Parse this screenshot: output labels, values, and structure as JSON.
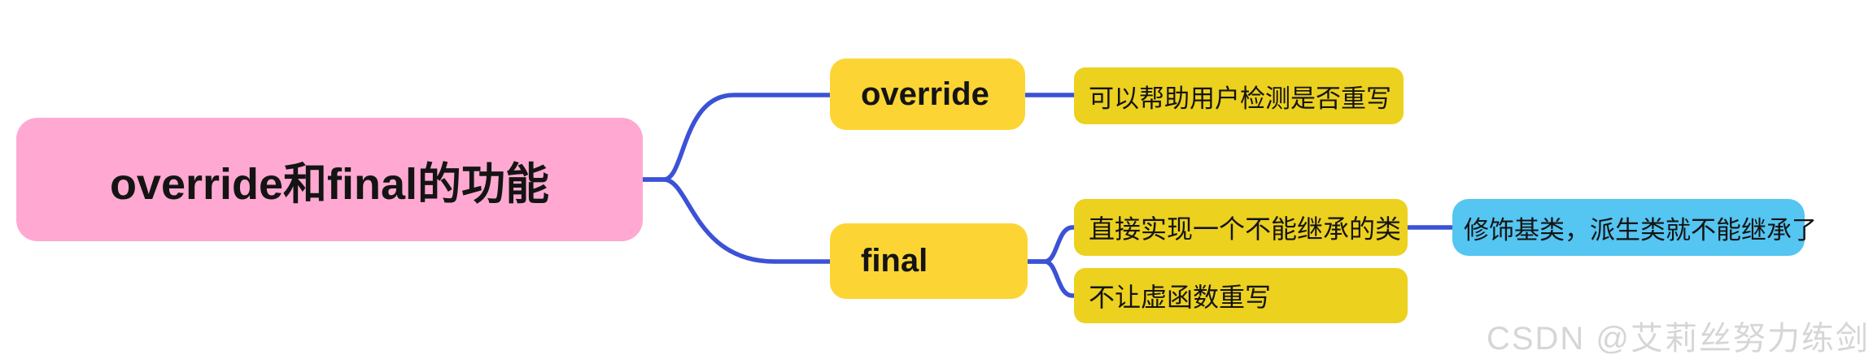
{
  "colors": {
    "background": "#ffffff",
    "root_bg": "#FFA9D2",
    "topic_bg": "#FCD535",
    "leaf_bg": "#ECD11F",
    "highlight_bg": "#55C5F2",
    "line": "#3B52D6",
    "text": "#141414",
    "watermark_text": "#d6d6d6"
  },
  "chart_data": {
    "type": "mindmap-tree",
    "root": "override和final的功能",
    "branches": [
      {
        "label": "override",
        "children": [
          {
            "label": "可以帮助用户检测是否重写",
            "children": []
          }
        ]
      },
      {
        "label": "final",
        "children": [
          {
            "label": "直接实现一个不能继承的类",
            "children": [
              {
                "label": "修饰基类，派生类就不能继承了",
                "children": []
              }
            ]
          },
          {
            "label": "不让虚函数重写",
            "children": []
          }
        ]
      }
    ]
  },
  "mindmap": {
    "root": {
      "label": "override和final的功能"
    },
    "branches": [
      {
        "label": "override",
        "children": [
          {
            "label": "可以帮助用户检测是否重写"
          }
        ]
      },
      {
        "label": "final",
        "children": [
          {
            "label": "直接实现一个不能继承的类",
            "children": [
              {
                "label": "修饰基类，派生类就不能继承了"
              }
            ]
          },
          {
            "label": "不让虚函数重写"
          }
        ]
      }
    ]
  },
  "watermark": {
    "text": "CSDN @艾莉丝努力练剑"
  }
}
